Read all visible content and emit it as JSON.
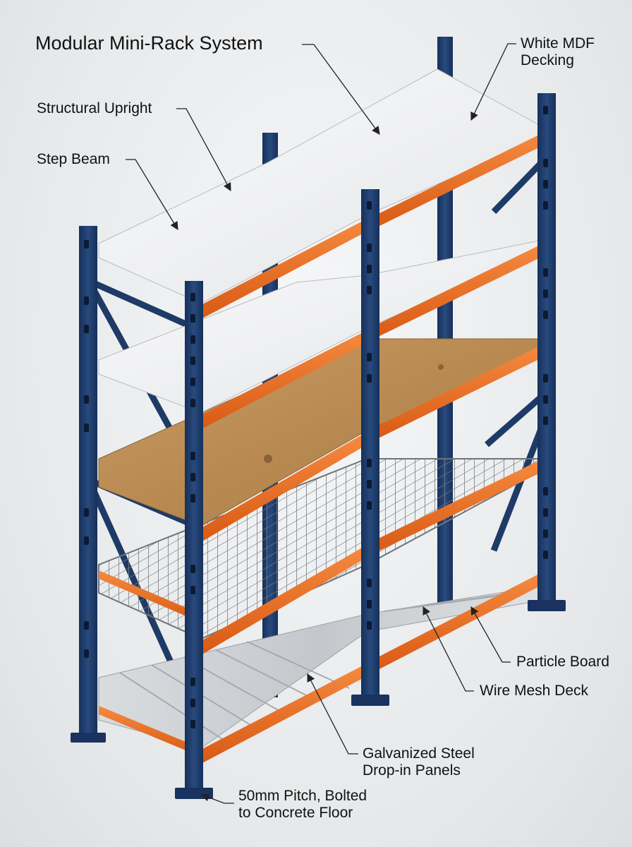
{
  "title": "Modular Mini-Rack System",
  "labels": {
    "white_mdf": [
      "White MDF",
      "Decking"
    ],
    "upright": "Structural Upright",
    "step_beam": "Step Beam",
    "particle_board": "Particle Board",
    "wire_mesh": "Wire Mesh Deck",
    "galvanized": [
      "Galvanized Steel",
      "Drop-in Panels"
    ],
    "pitch": [
      "50mm Pitch, Bolted",
      "to Concrete Floor"
    ]
  },
  "colors": {
    "upright_navy": "#1e3a66",
    "beam_orange": "#ef6a1f",
    "mdf_white": "#f4f5f6",
    "particle_wood": "#c09258",
    "wire_grey": "#8c9196",
    "galvanized_steel": "#cfd3d6",
    "leader_line": "#222222"
  },
  "icons": {
    "bolt_hole": "slot-hole",
    "leader_arrow": "arrowhead"
  }
}
